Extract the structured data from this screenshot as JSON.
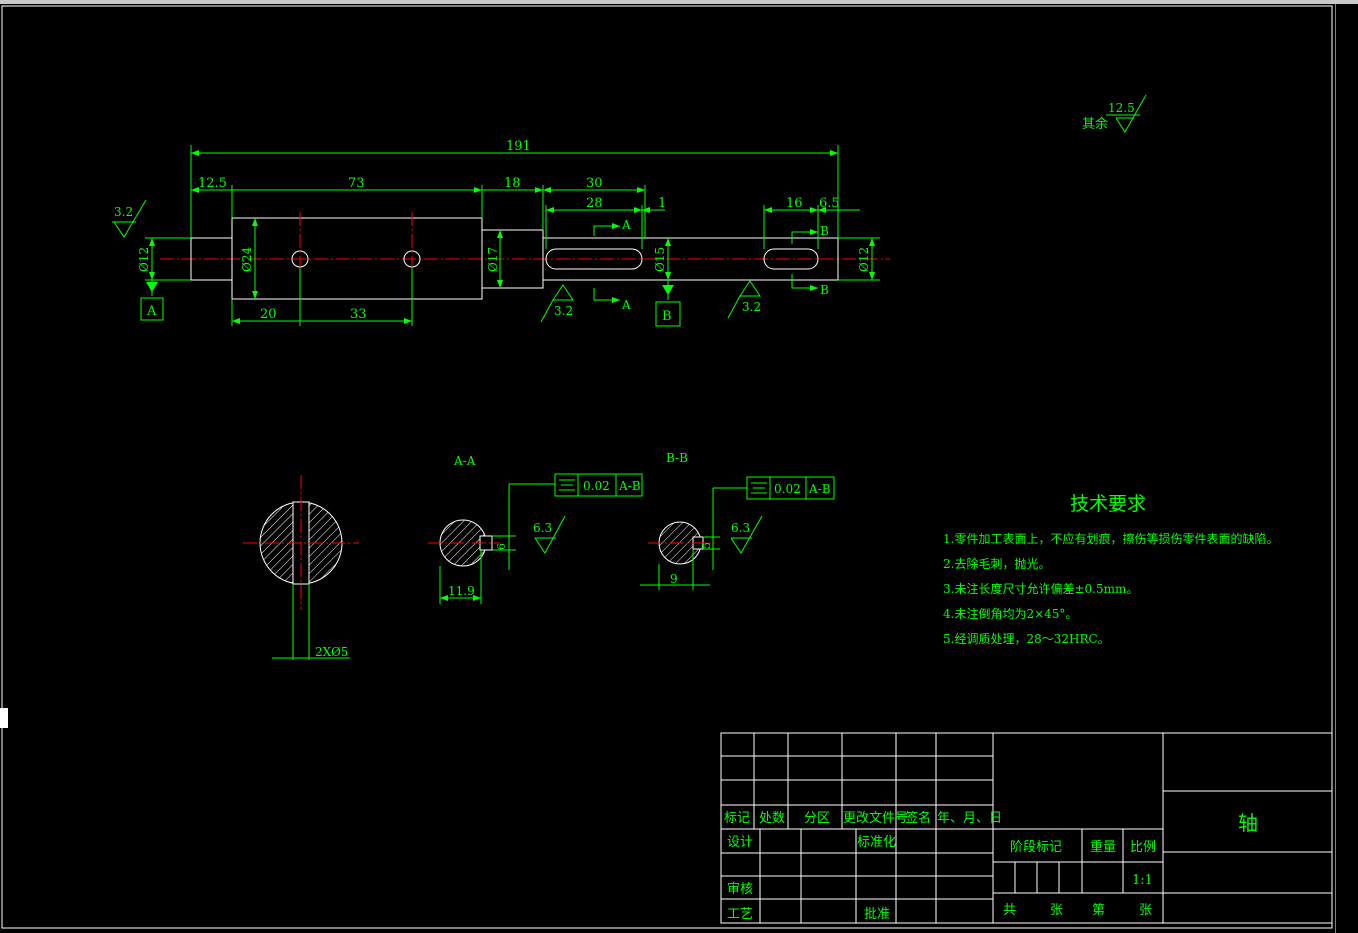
{
  "drawing": {
    "roughness_default_label": "其余",
    "roughness_default_value": "12.5",
    "dimensions": {
      "overall": "191",
      "seg1": "12.5",
      "seg2": "73",
      "seg3": "18",
      "seg4": "30",
      "key1_len": "28",
      "key1_offset": "1",
      "key2_len": "16",
      "key2_offset": "6.5",
      "hole1": "20",
      "hole_pitch": "33",
      "dia_left": "Ø12",
      "dia_body": "Ø24",
      "dia_shoulder": "Ø17",
      "dia_key": "Ø15",
      "dia_right": "Ø12",
      "roughness_left": "3.2",
      "roughness_mid": "3.2",
      "roughness_right": "3.2"
    },
    "datum_a": "A",
    "datum_b": "B",
    "section_a_mark": "A",
    "section_b_mark": "B",
    "section_aa": {
      "title": "A-A",
      "tolerance_value": "0.02",
      "tolerance_datum": "A-B",
      "roughness": "6.3",
      "depth": "11.9",
      "width": "6"
    },
    "section_bb": {
      "title": "B-B",
      "tolerance_value": "0.02",
      "tolerance_datum": "A-B",
      "roughness": "6.3",
      "depth": "9",
      "width": "5"
    },
    "hole_note": "2XØ5"
  },
  "requirements": {
    "title": "技术要求",
    "items": [
      "1.零件加工表面上，不应有划痕，擦伤等损伤零件表面的缺陷。",
      "2.去除毛刺，抛光。",
      "3.未注长度尺寸允许偏差±0.5mm。",
      "4.未注倒角均为2×45°。",
      "5.经调质处理，28～32HRC。"
    ]
  },
  "title_block": {
    "headers": [
      "标记",
      "处数",
      "分区",
      "更改文件号",
      "签名",
      "年、月、日"
    ],
    "design": "设计",
    "standardize": "标准化",
    "review": "审核",
    "process": "工艺",
    "approve": "批准",
    "stage_mark": "阶段标记",
    "weight": "重量",
    "scale_label": "比例",
    "scale_value": "1:1",
    "total": "共",
    "sheets": "张",
    "sheet_no": "第",
    "sheets2": "张",
    "part_name": "轴"
  },
  "colors": {
    "line": "#00ff00",
    "outline": "#ffffff",
    "center": "#ff0000",
    "background": "#000000"
  }
}
